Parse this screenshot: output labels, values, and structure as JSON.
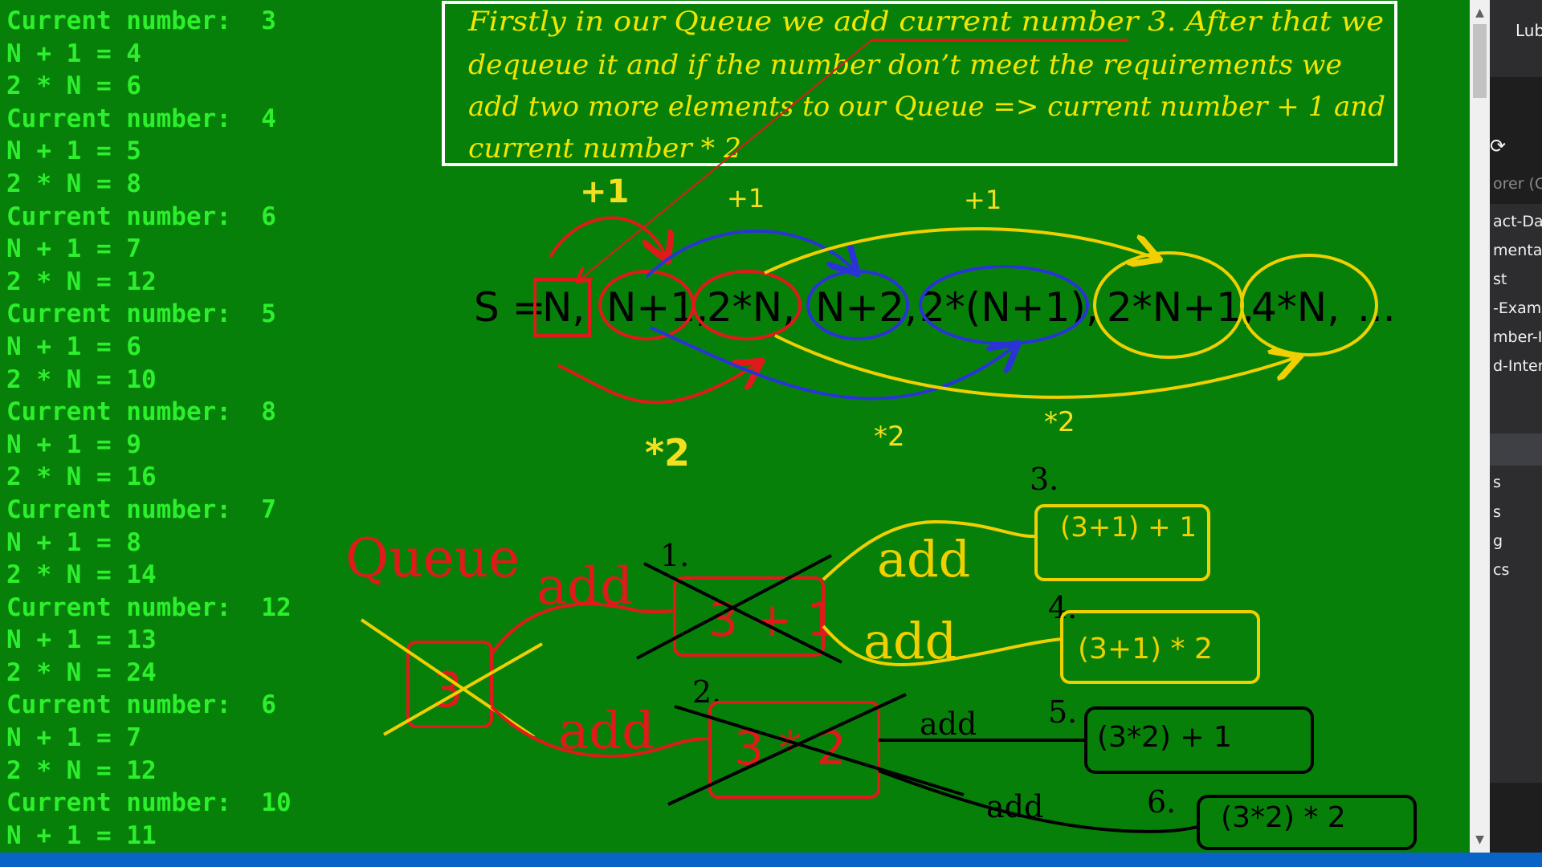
{
  "console": {
    "lines": [
      "Current number:  3",
      "N + 1 = 4",
      "2 * N = 6",
      "Current number:  4",
      "N + 1 = 5",
      "2 * N = 8",
      "Current number:  6",
      "N + 1 = 7",
      "2 * N = 12",
      "Current number:  5",
      "N + 1 = 6",
      "2 * N = 10",
      "Current number:  8",
      "N + 1 = 9",
      "2 * N = 16",
      "Current number:  7",
      "N + 1 = 8",
      "2 * N = 14",
      "Current number:  12",
      "N + 1 = 13",
      "2 * N = 24",
      "Current number:  6",
      "N + 1 = 7",
      "2 * N = 12",
      "Current number:  10",
      "N + 1 = 11"
    ]
  },
  "note": {
    "lines": [
      "Firstly in our Queue we add current number 3. After that we",
      "dequeue it and if the number don’t meet the requirements we",
      "add two more  elements to our Queue => current number + 1 and",
      "current number * 2"
    ]
  },
  "sequence": {
    "prefix": "S =",
    "terms": [
      "N,",
      "N+1,",
      "2*N,",
      "N+2,",
      "2*(N+1),",
      "2*N+1,",
      "4*N,",
      "..."
    ],
    "plus_labels": [
      "+1",
      "+1",
      "+1"
    ],
    "times_labels": [
      "*2",
      "*2",
      "*2"
    ]
  },
  "queue": {
    "title": "Queue",
    "root": "3",
    "nodes": [
      "3 + 1",
      "3 * 2"
    ],
    "node_numbers": [
      "1.",
      "2."
    ],
    "add_label": "add",
    "children": [
      {
        "number": "3.",
        "text": "(3+1) + 1"
      },
      {
        "number": "4.",
        "text": "(3+1) * 2"
      },
      {
        "number": "5.",
        "text": "(3*2) + 1"
      },
      {
        "number": "6.",
        "text": "(3*2) * 2"
      }
    ]
  },
  "side_panel": {
    "items": [
      "Lub",
      "orer (C",
      "act-Dat",
      "menta",
      "st",
      "-Examp",
      "mber-I",
      "d-Inter",
      "s",
      "s",
      "g",
      "cs"
    ]
  },
  "scrollbar": {
    "up": "▲",
    "down": "▼"
  },
  "colors": {
    "background": "#07800a",
    "console_text": "#2cf02c",
    "note_text": "#f2e600",
    "red": "#e01a1a",
    "blue": "#2a34d6",
    "yellow": "#f0d000",
    "black": "#000000"
  }
}
